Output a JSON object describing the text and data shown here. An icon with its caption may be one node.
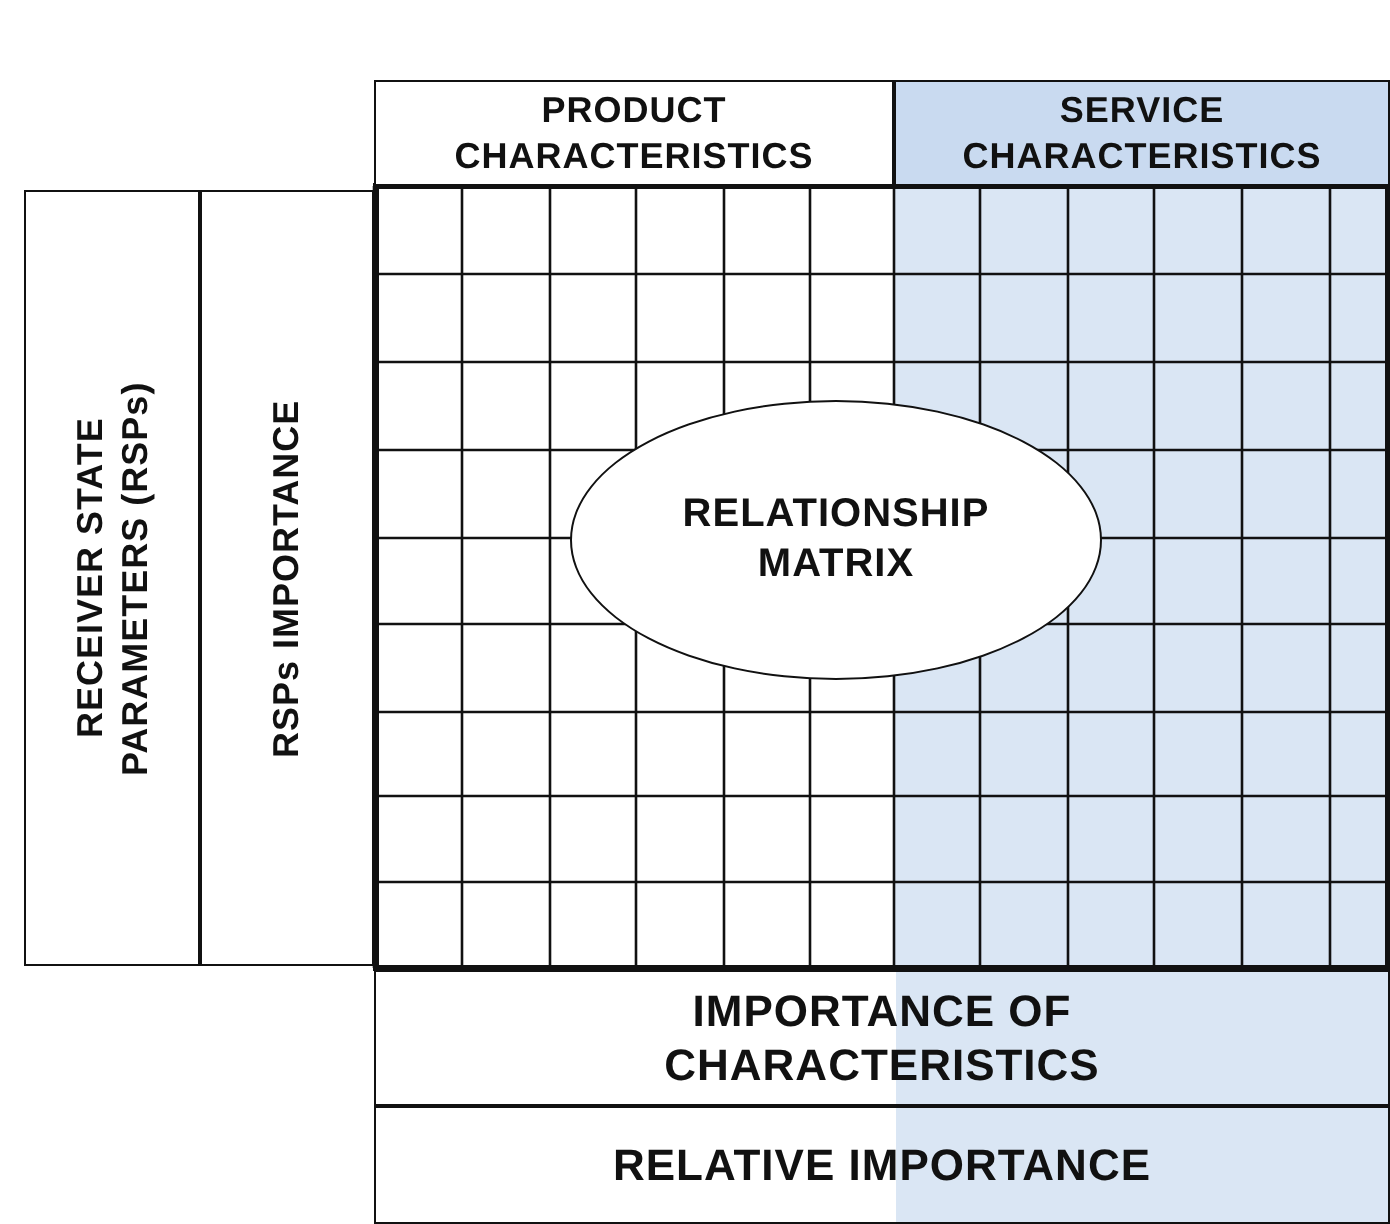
{
  "diagram": {
    "nodes": [
      {
        "text": [
          "PRODUCT CHARACTERISTICS"
        ]
      },
      {
        "text": [
          "SERVICE CHARACTERISTICS"
        ]
      },
      {
        "text": [
          "RECEIVER STATE PARAMETERS (RSPs)"
        ]
      },
      {
        "text": [
          "RSPs IMPORTANCE"
        ]
      },
      {
        "text": [
          "RELATIONSHIP MATRIX"
        ]
      },
      {
        "text": [
          "IMPORTANCE OF CHARACTERISTICS"
        ]
      },
      {
        "text": [
          "RELATIVE IMPORTANCE"
        ]
      }
    ]
  }
}
